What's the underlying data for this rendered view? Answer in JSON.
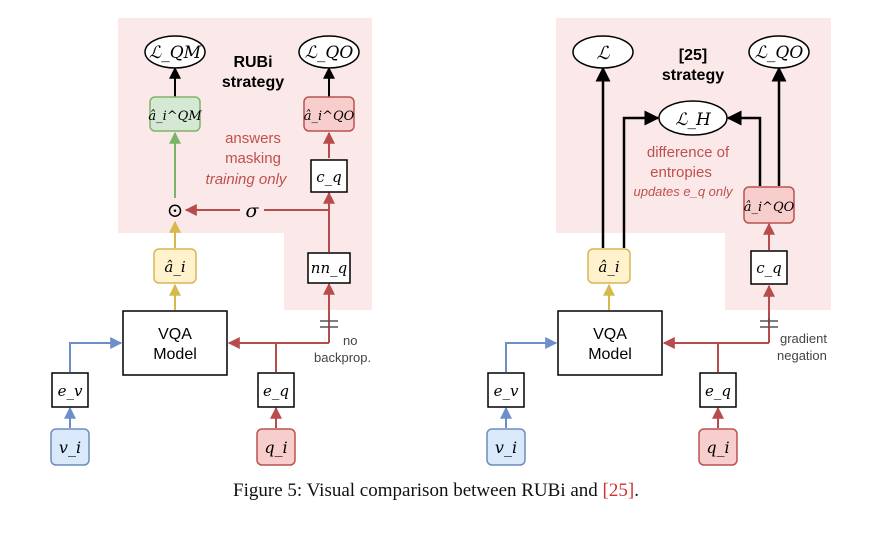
{
  "colors": {
    "region": "#fbe9ea",
    "red": "#b84b4b",
    "red_text": "#c0504d",
    "green": "#7ab565",
    "yellow": "#d8b84a",
    "blue": "#6c8ec9",
    "green_fill": "#d5e8d4",
    "yellow_fill": "#fff2cc",
    "red_fill": "#f8cecc",
    "blue_fill": "#dae8fc"
  },
  "left": {
    "loss_qm": "ℒ_QM",
    "loss_qo": "ℒ_QO",
    "strategy_title_1": "RUBi",
    "strategy_title_2": "strategy",
    "a_qm": "â_i^QM",
    "a_qo": "â_i^QO",
    "annotation_1": "answers",
    "annotation_2": "masking",
    "annotation_3": "training only",
    "c_q": "c_q",
    "odot": "⊙",
    "sigma": "σ",
    "a_i": "â_i",
    "nn_q": "nn_q",
    "vqa_1": "VQA",
    "vqa_2": "Model",
    "no_backprop_1": "no",
    "no_backprop_2": "backprop.",
    "e_v": "e_v",
    "e_q": "e_q",
    "v_i": "v_i",
    "q_i": "q_i"
  },
  "right": {
    "loss": "ℒ",
    "loss_qo": "ℒ_QO",
    "strategy_title_1": "[25]",
    "strategy_title_2": "strategy",
    "loss_h": "ℒ_H",
    "annotation_1": "difference of",
    "annotation_2": "entropies",
    "annotation_3": "updates e_q only",
    "a_qo": "â_i^QO",
    "a_i": "â_i",
    "c_q": "c_q",
    "vqa_1": "VQA",
    "vqa_2": "Model",
    "gradient_1": "gradient",
    "gradient_2": "negation",
    "e_v": "e_v",
    "e_q": "e_q",
    "v_i": "v_i",
    "q_i": "q_i"
  },
  "caption": {
    "prefix": "Figure 5: Visual comparison between RUBi and ",
    "ref": "[25]",
    "suffix": "."
  }
}
